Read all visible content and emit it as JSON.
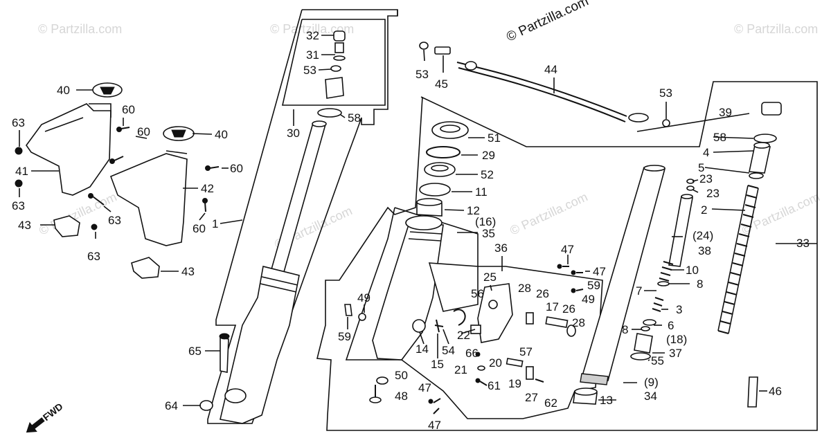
{
  "watermark": "© Partzilla.com",
  "direction_label": "FWD",
  "callouts": [
    {
      "text": "32"
    },
    {
      "text": "31"
    },
    {
      "text": "53"
    },
    {
      "text": "58"
    },
    {
      "text": "30"
    },
    {
      "text": "1"
    },
    {
      "text": "65"
    },
    {
      "text": "64"
    },
    {
      "text": "40"
    },
    {
      "text": "60"
    },
    {
      "text": "60"
    },
    {
      "text": "40"
    },
    {
      "text": "63"
    },
    {
      "text": "41"
    },
    {
      "text": "63"
    },
    {
      "text": "60"
    },
    {
      "text": "42"
    },
    {
      "text": "63"
    },
    {
      "text": "60"
    },
    {
      "text": "43"
    },
    {
      "text": "63"
    },
    {
      "text": "43"
    },
    {
      "text": "53"
    },
    {
      "text": "45"
    },
    {
      "text": "44"
    },
    {
      "text": "53"
    },
    {
      "text": "51"
    },
    {
      "text": "29"
    },
    {
      "text": "52"
    },
    {
      "text": "11"
    },
    {
      "text": "12"
    },
    {
      "text": "(16)"
    },
    {
      "text": "35"
    },
    {
      "text": "36"
    },
    {
      "text": "47"
    },
    {
      "text": "47"
    },
    {
      "text": "25"
    },
    {
      "text": "59"
    },
    {
      "text": "49"
    },
    {
      "text": "28"
    },
    {
      "text": "26"
    },
    {
      "text": "56"
    },
    {
      "text": "17"
    },
    {
      "text": "26"
    },
    {
      "text": "28"
    },
    {
      "text": "49"
    },
    {
      "text": "59"
    },
    {
      "text": "14"
    },
    {
      "text": "54"
    },
    {
      "text": "22"
    },
    {
      "text": "15"
    },
    {
      "text": "66"
    },
    {
      "text": "20"
    },
    {
      "text": "57"
    },
    {
      "text": "21"
    },
    {
      "text": "19"
    },
    {
      "text": "61"
    },
    {
      "text": "27"
    },
    {
      "text": "62"
    },
    {
      "text": "50"
    },
    {
      "text": "48"
    },
    {
      "text": "47"
    },
    {
      "text": "47"
    },
    {
      "text": "39"
    },
    {
      "text": "58"
    },
    {
      "text": "4"
    },
    {
      "text": "5"
    },
    {
      "text": "23"
    },
    {
      "text": "23"
    },
    {
      "text": "2"
    },
    {
      "text": "(24)"
    },
    {
      "text": "38"
    },
    {
      "text": "33"
    },
    {
      "text": "10"
    },
    {
      "text": "8"
    },
    {
      "text": "7"
    },
    {
      "text": "3"
    },
    {
      "text": "8"
    },
    {
      "text": "6"
    },
    {
      "text": "(18)"
    },
    {
      "text": "37"
    },
    {
      "text": "55"
    },
    {
      "text": "(9)"
    },
    {
      "text": "34"
    },
    {
      "text": "13"
    },
    {
      "text": "46"
    }
  ]
}
